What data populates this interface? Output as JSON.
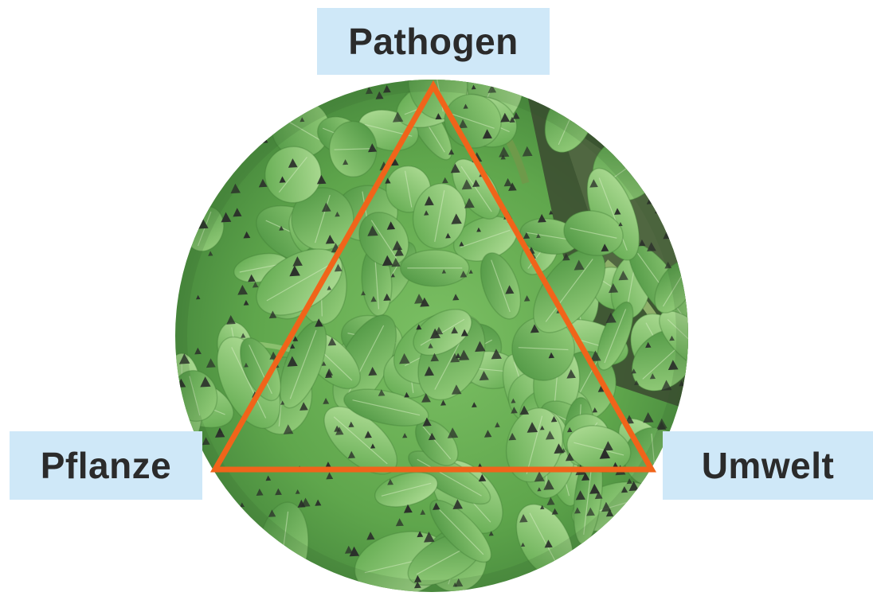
{
  "labels": {
    "top": "Pathogen",
    "left": "Pflanze",
    "right": "Umwelt"
  },
  "colors": {
    "label_background": "#cfe8f8",
    "label_text": "#2b2b2b",
    "triangle_stroke": "#f0641a",
    "leaf_dark": "#2f6a2e",
    "leaf_mid": "#5aa64a",
    "leaf_light": "#a9d88d",
    "lesion": "#2a2d2a"
  },
  "image": {
    "subject": "diseased-plant-photo",
    "shape": "circle"
  }
}
